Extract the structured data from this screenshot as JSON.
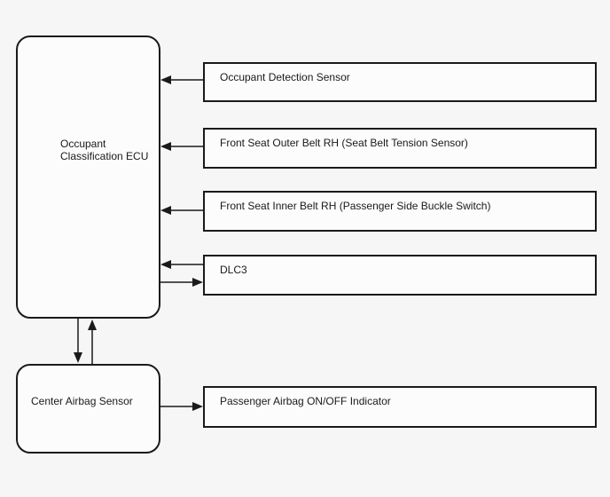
{
  "diagram": {
    "ecu": {
      "label": "Occupant Classification ECU"
    },
    "center_airbag": {
      "label": "Center Airbag Sensor"
    },
    "boxes": [
      {
        "label": "Occupant Detection Sensor"
      },
      {
        "label": "Front Seat Outer Belt RH (Seat Belt Tension Sensor)"
      },
      {
        "label": "Front Seat Inner Belt RH (Passenger Side Buckle Switch)"
      },
      {
        "label": "DLC3"
      },
      {
        "label": "Passenger Airbag ON/OFF Indicator"
      }
    ],
    "connections": [
      {
        "from": "Occupant Detection Sensor",
        "to": "Occupant Classification ECU",
        "direction": "one-way"
      },
      {
        "from": "Front Seat Outer Belt RH (Seat Belt Tension Sensor)",
        "to": "Occupant Classification ECU",
        "direction": "one-way"
      },
      {
        "from": "Front Seat Inner Belt RH (Passenger Side Buckle Switch)",
        "to": "Occupant Classification ECU",
        "direction": "one-way"
      },
      {
        "from": "DLC3",
        "to": "Occupant Classification ECU",
        "direction": "two-way"
      },
      {
        "from": "Occupant Classification ECU",
        "to": "Center Airbag Sensor",
        "direction": "two-way"
      },
      {
        "from": "Center Airbag Sensor",
        "to": "Passenger Airbag ON/OFF Indicator",
        "direction": "one-way"
      }
    ],
    "colors": {
      "background": "#f6f6f6",
      "box_fill": "#fcfcfc",
      "border": "#1a1a1a",
      "arrow": "#1a1a1a",
      "text": "#1a1a1a"
    }
  }
}
